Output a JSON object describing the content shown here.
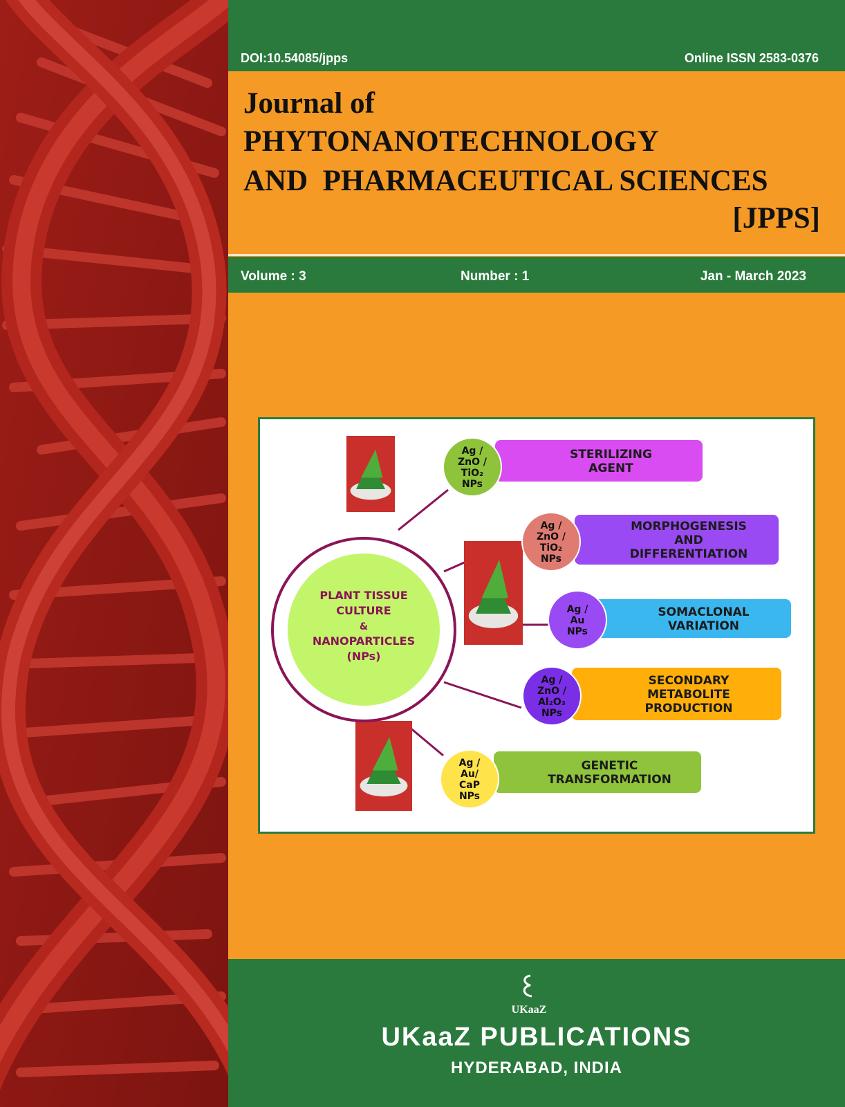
{
  "header": {
    "doi": "DOI:10.54085/jpps",
    "issn": "Online ISSN 2583-0376"
  },
  "journal": {
    "line1": "Journal of",
    "line2": "PHYTONANOTECHNOLOGY",
    "line3": "AND  PHARMACEUTICAL SCIENCES",
    "line4": "[JPPS]"
  },
  "issue": {
    "volume": "Volume : 3",
    "number": "Number : 1",
    "period": "Jan - March 2023"
  },
  "figure": {
    "center": [
      "PLANT TISSUE",
      "CULTURE",
      "&",
      "NANOPARTICLES",
      "(NPs)"
    ],
    "nodes": [
      {
        "np": [
          "Ag /",
          "ZnO /",
          "TiO₂",
          "NPs"
        ],
        "label": [
          "STERILIZING",
          "AGENT"
        ],
        "circle_color": "#8fc33c",
        "bar_color": "#d84cf1"
      },
      {
        "np": [
          "Ag /",
          "ZnO /",
          "TiO₂",
          "NPs"
        ],
        "label": [
          "MORPHOGENESIS",
          "AND",
          "DIFFERENTIATION"
        ],
        "circle_color": "#e07b72",
        "bar_color": "#9a4af2"
      },
      {
        "np": [
          "Ag /",
          "Au",
          "NPs"
        ],
        "label": [
          "SOMACLONAL",
          "VARIATION"
        ],
        "circle_color": "#9a4af2",
        "bar_color": "#3bb7ef"
      },
      {
        "np": [
          "Ag /",
          "ZnO /",
          "Al₂O₃",
          "NPs"
        ],
        "label": [
          "SECONDARY",
          "METABOLITE",
          "PRODUCTION"
        ],
        "circle_color": "#7a2ee6",
        "bar_color": "#ffae0a"
      },
      {
        "np": [
          "Ag /",
          "Au/",
          "CaP",
          "NPs"
        ],
        "label": [
          "GENETIC",
          "TRANSFORMATION"
        ],
        "circle_color": "#ffe34a",
        "bar_color": "#8fc33c"
      }
    ]
  },
  "footer": {
    "logo_text": "UKaaZ",
    "publisher": "UKaaZ PUBLICATIONS",
    "city": "HYDERABAD, INDIA"
  }
}
